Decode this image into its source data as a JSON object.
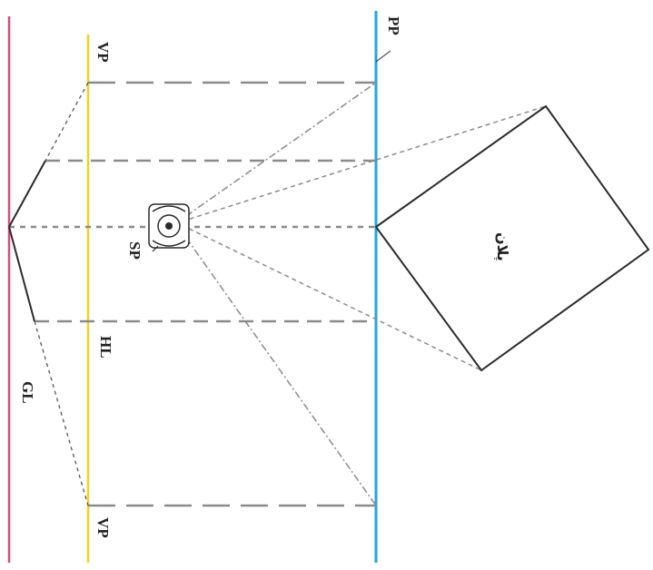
{
  "labels": {
    "pp": "PP",
    "vp_top": "VP",
    "vp_bottom": "VP",
    "sp": "SP",
    "hl": "HL",
    "gl": "GL",
    "plan": "پلان"
  },
  "icons": {
    "station_point": "viewer-eye-icon"
  },
  "colors": {
    "picture_plane": "#1fa7dd",
    "horizon_line": "#f2d21b",
    "ground_line": "#d94a7c",
    "construction": "#8a8a8a",
    "outline": "#2a2a2a"
  }
}
